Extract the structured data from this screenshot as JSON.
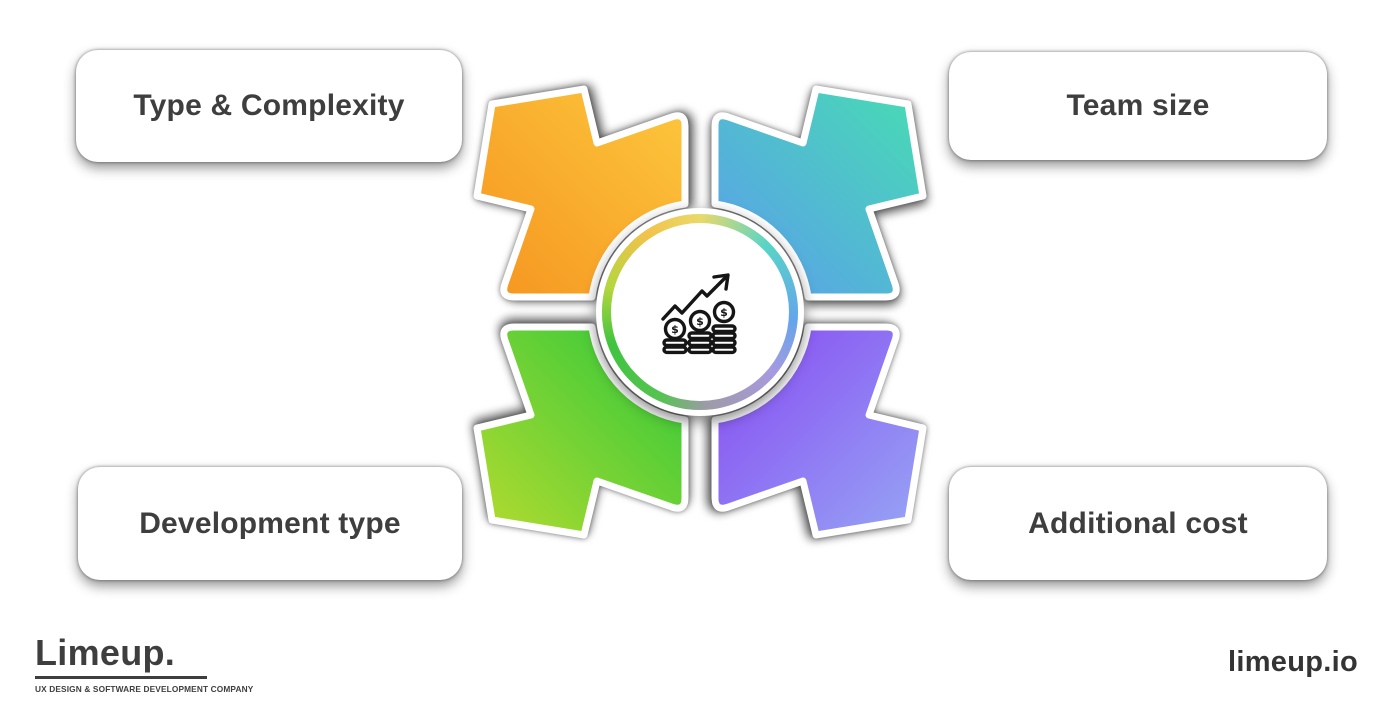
{
  "labels": {
    "top_left": "Type & Complexity",
    "top_right": "Team size",
    "bottom_left": "Development type",
    "bottom_right": "Additional cost"
  },
  "center": {
    "icon": "money-growth-icon",
    "coin_symbol": "$"
  },
  "colors": {
    "orange_from": "#F59420",
    "orange_to": "#FDC83D",
    "teal_from": "#5C9BEE",
    "teal_to": "#47DCB3",
    "green_from": "#B5DB2F",
    "green_to": "#2BC83B",
    "purple_from": "#8748F2",
    "purple_to": "#97A6F5",
    "text": "#3E3E3E"
  },
  "footer": {
    "left": {
      "wordmark": "Limeup.",
      "tagline": "UX design & software development company"
    },
    "right": {
      "text": "limeup.io"
    }
  }
}
